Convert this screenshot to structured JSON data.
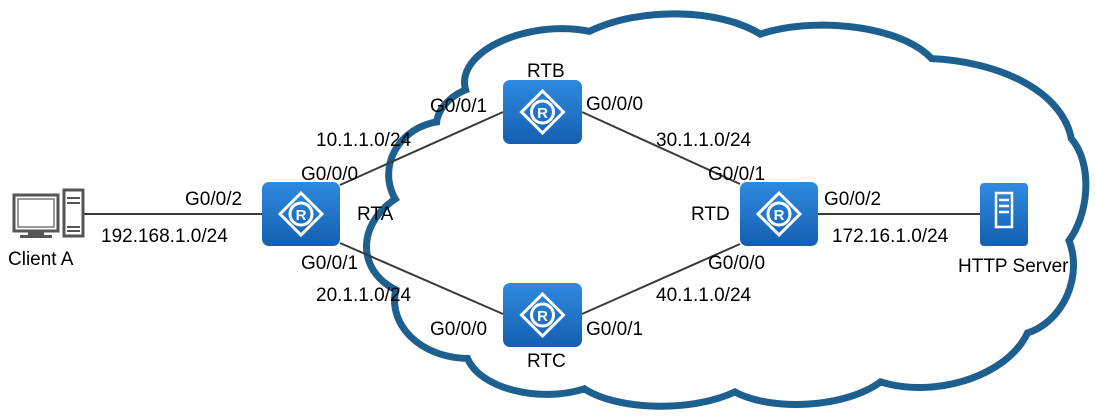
{
  "routers": {
    "rta": {
      "name": "RTA"
    },
    "rtb": {
      "name": "RTB"
    },
    "rtc": {
      "name": "RTC"
    },
    "rtd": {
      "name": "RTD"
    }
  },
  "client": {
    "name": "Client A"
  },
  "server": {
    "name": "HTTP Server"
  },
  "links": {
    "client_rta": {
      "interface": "G0/0/2",
      "network": "192.168.1.0/24"
    },
    "rta_rtb": {
      "rta_interface": "G0/0/0",
      "rtb_interface": "G0/0/1",
      "network": "10.1.1.0/24"
    },
    "rta_rtc": {
      "rta_interface": "G0/0/1",
      "rtc_interface": "G0/0/0",
      "network": "20.1.1.0/24"
    },
    "rtb_rtd": {
      "rtb_interface": "G0/0/0",
      "rtd_interface": "G0/0/1",
      "network": "30.1.1.0/24"
    },
    "rtc_rtd": {
      "rtc_interface": "G0/0/1",
      "rtd_interface": "G0/0/0",
      "network": "40.1.1.0/24"
    },
    "rtd_server": {
      "interface": "G0/0/2",
      "network": "172.16.1.0/24"
    }
  },
  "colors": {
    "router_fill": "#1a72c9",
    "router_fill_light": "#2f8ae0",
    "cloud_stroke": "#1d5f8f",
    "cloud_fill": "#ffffff",
    "line": "#3a3a3a"
  },
  "icons": {
    "router": "router-icon",
    "client": "pc-icon",
    "server": "server-icon",
    "cloud": "cloud-shape"
  }
}
